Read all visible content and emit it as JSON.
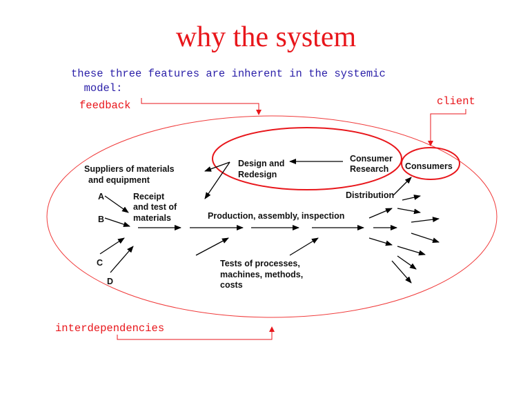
{
  "title": "why the system",
  "subtitle": {
    "line1": "these three features are inherent in the systemic",
    "line2": "  model:"
  },
  "callouts": {
    "feedback": "feedback",
    "client": "client",
    "interdependencies": "interdependencies"
  },
  "labels": {
    "suppliers1": "Suppliers of materials",
    "suppliers2": "and equipment",
    "a": "A",
    "b": "B",
    "c": "C",
    "d": "D",
    "receipt1": "Receipt",
    "receipt2": "and test of",
    "receipt3": "materials",
    "design1": "Design and",
    "design2": "Redesign",
    "research1": "Consumer",
    "research2": "Research",
    "consumers": "Consumers",
    "distribution": "Distribution",
    "production": "Production, assembly,  inspection",
    "tests1": "Tests of processes,",
    "tests2": "machines, methods,",
    "tests3": "costs"
  },
  "colors": {
    "accent": "#e8161b",
    "subtitle": "#2a1fa8"
  }
}
